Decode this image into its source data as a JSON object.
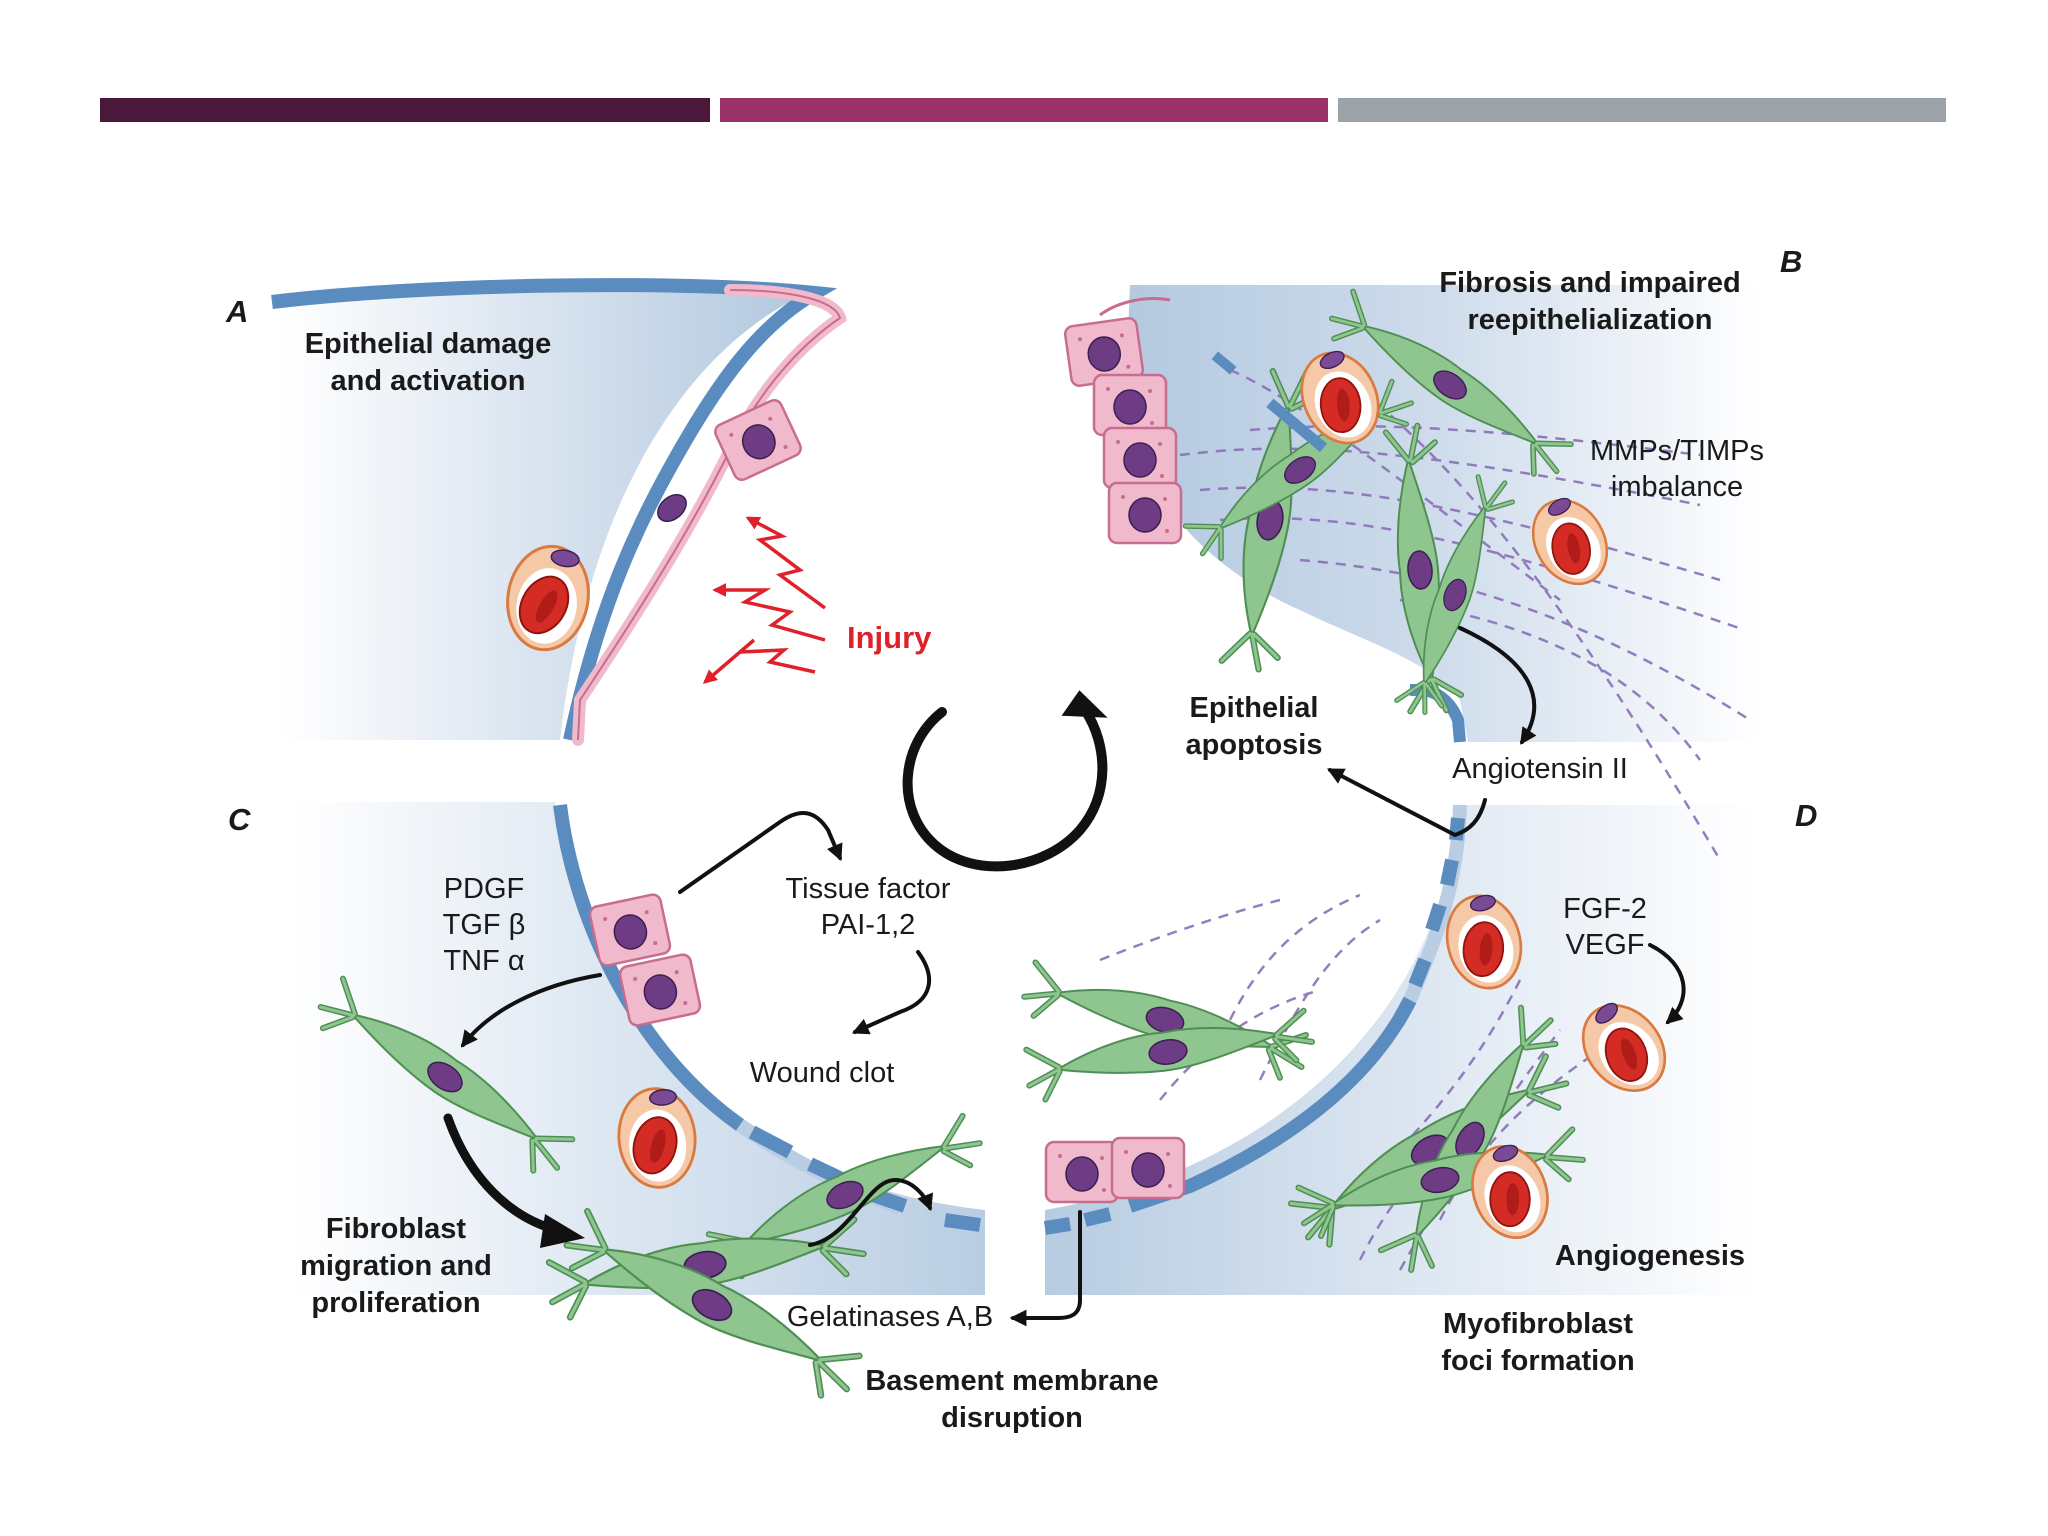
{
  "slide": {
    "accent_bars": [
      "#4a1838",
      "#9a3168",
      "#9ca3a8"
    ]
  },
  "panels": {
    "a": {
      "letter": "A",
      "title_line1": "Epithelial damage",
      "title_line2": "and activation",
      "injury": "Injury"
    },
    "b": {
      "letter": "B",
      "title_line1": "Fibrosis and impaired",
      "title_line2": "reepithelialization",
      "mmp_line1": "MMPs/TIMPs",
      "mmp_line2": "imbalance",
      "apop_line1": "Epithelial",
      "apop_line2": "apoptosis",
      "angiotensin": "Angiotensin II"
    },
    "c": {
      "letter": "C",
      "factor1": "PDGF",
      "factor2": "TGF β",
      "factor3": "TNF α",
      "tissue1": "Tissue factor",
      "tissue2": "PAI-1,2",
      "clot": "Wound clot",
      "fib_line1": "Fibroblast",
      "fib_line2": "migration and",
      "fib_line3": "proliferation",
      "gelatinases": "Gelatinases A,B",
      "bm_line1": "Basement membrane",
      "bm_line2": "disruption"
    },
    "d": {
      "letter": "D",
      "growth1": "FGF-2",
      "growth2": "VEGF",
      "angio": "Angiogenesis",
      "myo_line1": "Myofibroblast",
      "myo_line2": "foci formation"
    }
  },
  "icons": [
    "cycle-arrow-icon",
    "injury-arrow-icon",
    "fibroblast-icon",
    "red-blood-cell-icon",
    "epithelial-cell-icon"
  ]
}
